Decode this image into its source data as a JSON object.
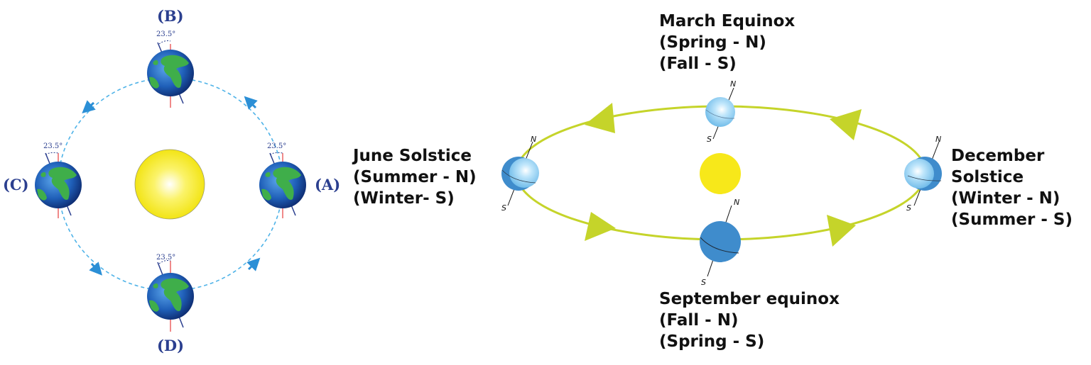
{
  "left_diagram": {
    "positions": [
      {
        "id": "A",
        "label": "(A)",
        "tilt_label": "23.5°"
      },
      {
        "id": "B",
        "label": "(B)",
        "tilt_label": "23.5°"
      },
      {
        "id": "C",
        "label": "(C)",
        "tilt_label": "23.5°"
      },
      {
        "id": "D",
        "label": "(D)",
        "tilt_label": "23.5°"
      }
    ],
    "colors": {
      "orbit": "#4fb3e8",
      "sun": "#f5ea1a",
      "earth_ocean": "#1f5fb8",
      "earth_land": "#3fae4a",
      "axis_vertical": "#f08a8a",
      "axis_tilted": "#2b3f8f"
    }
  },
  "right_diagram": {
    "june": {
      "lines": [
        "June Solstice",
        "(Summer - N)",
        "(Winter- S)"
      ]
    },
    "march": {
      "lines": [
        "March Equinox",
        "(Spring - N)",
        "(Fall - S)"
      ]
    },
    "december": {
      "lines": [
        "December",
        "Solstice",
        "(Winter - N)",
        "(Summer - S)"
      ]
    },
    "september": {
      "lines": [
        "September equinox",
        "(Fall - N)",
        "(Spring - S)"
      ]
    },
    "pole_labels": {
      "north": "N",
      "south": "S"
    },
    "colors": {
      "orbit": "#c5d42a",
      "sun": "#f7e81a",
      "earth_light": "#9fd6f5",
      "earth_dark": "#3f8ccc"
    }
  }
}
